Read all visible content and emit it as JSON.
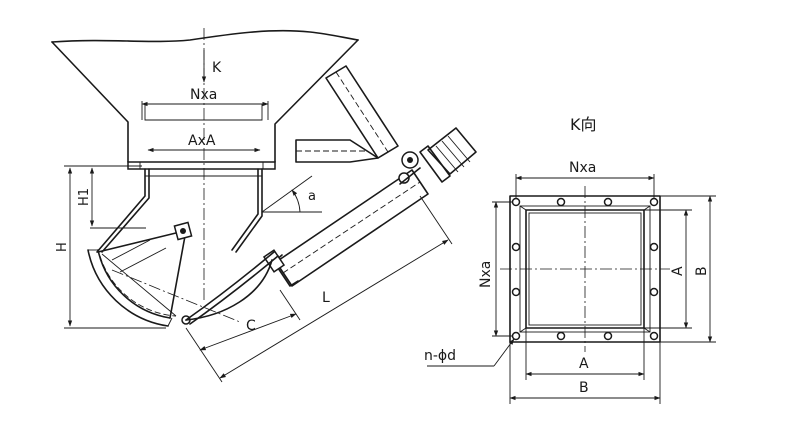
{
  "side_view": {
    "view_arrow": "K",
    "top_width": "Nxa",
    "inner_width": "AxA",
    "dim_h1": "H1",
    "dim_h": "H",
    "angle": "a",
    "dim_l": "L",
    "dim_c": "C"
  },
  "k_view": {
    "title": "K向",
    "top_width": "Nxa",
    "left_height": "Nxa",
    "inner_height": "A",
    "outer_height": "B",
    "inner_width": "A",
    "outer_width": "B",
    "holes": "n-ϕd"
  }
}
